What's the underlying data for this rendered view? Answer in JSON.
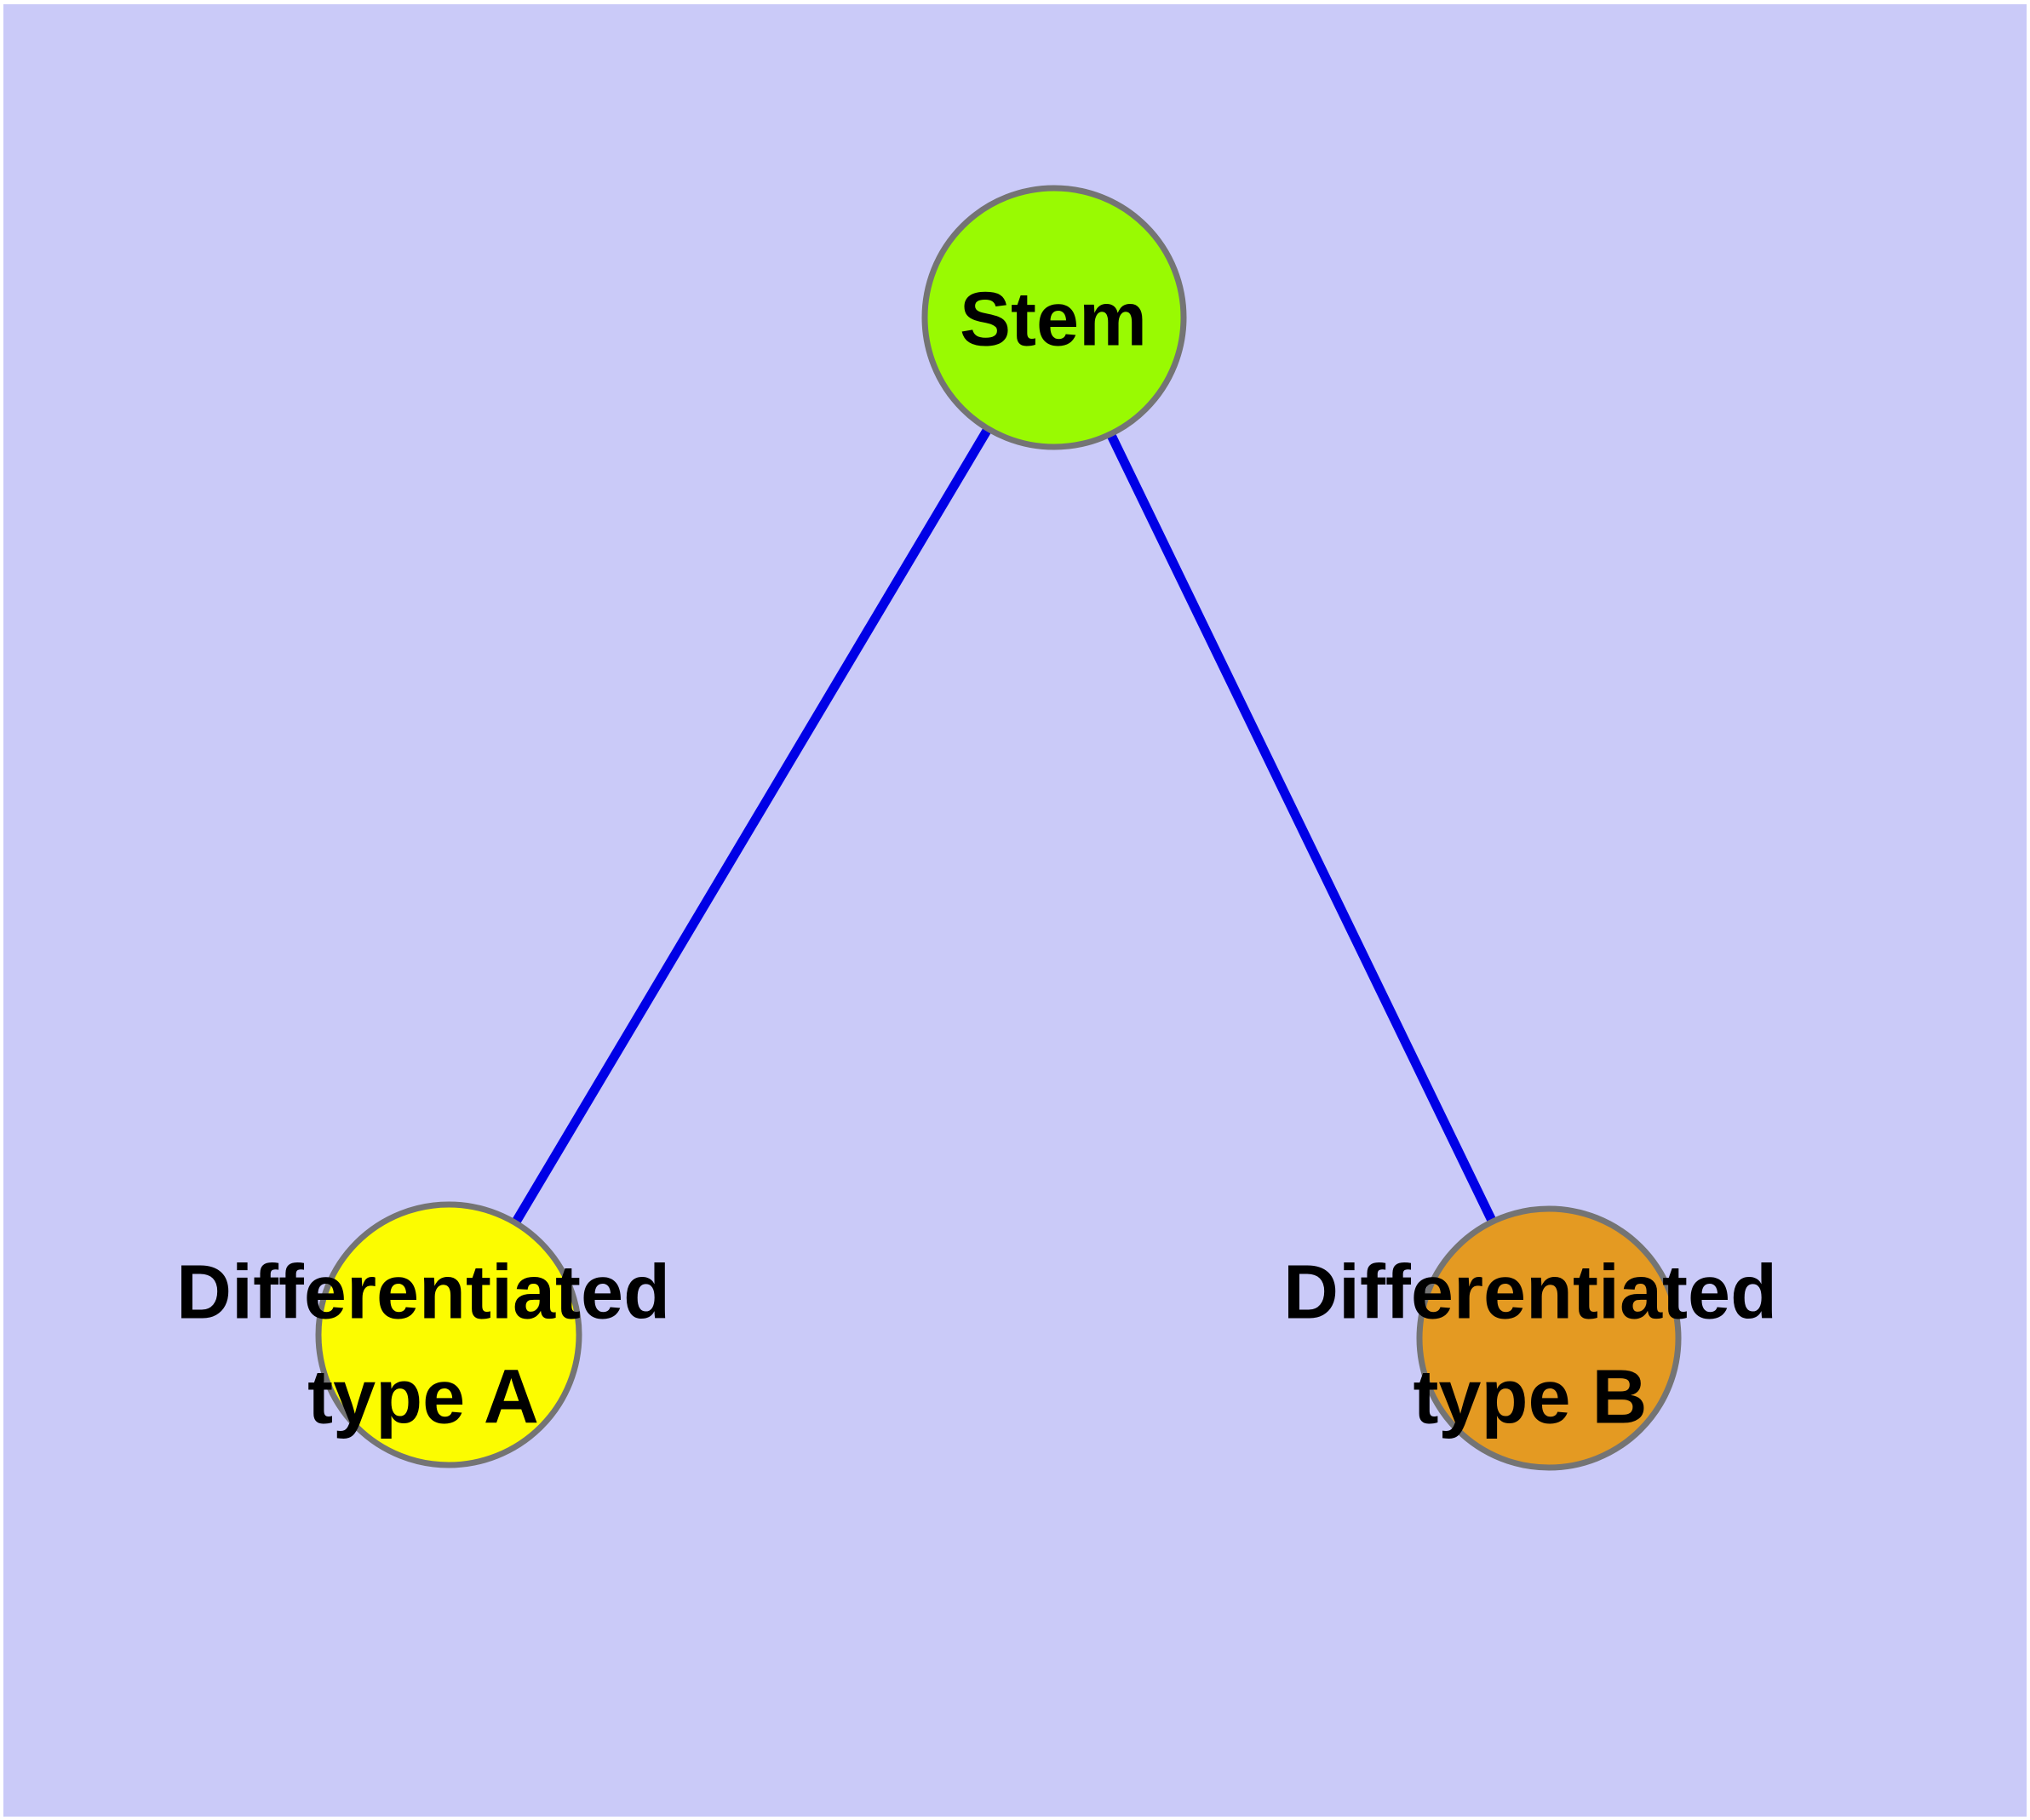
{
  "figure": {
    "background_color": "#cacaf8",
    "frame_color": "#ffffff",
    "text_color": "#000000"
  },
  "graph": {
    "type": "node-link-diagram",
    "edge_color": "#0000e6",
    "node_border_color": "#747474",
    "nodes": [
      {
        "id": "stem",
        "label": "Stem",
        "color": "#99fa02"
      },
      {
        "id": "differentiated-type-a",
        "label_line1": "Differentiated",
        "label_line2": "type A",
        "label": "Differentiated type A",
        "color": "#fcfc00"
      },
      {
        "id": "differentiated-type-b",
        "label_line1": "Differentiated",
        "label_line2": "type B",
        "label": "Differentiated type B",
        "color": "#e49a22"
      }
    ],
    "edges": [
      {
        "from": "Stem",
        "to": "Differentiated type A"
      },
      {
        "from": "Stem",
        "to": "Differentiated type B"
      }
    ]
  }
}
